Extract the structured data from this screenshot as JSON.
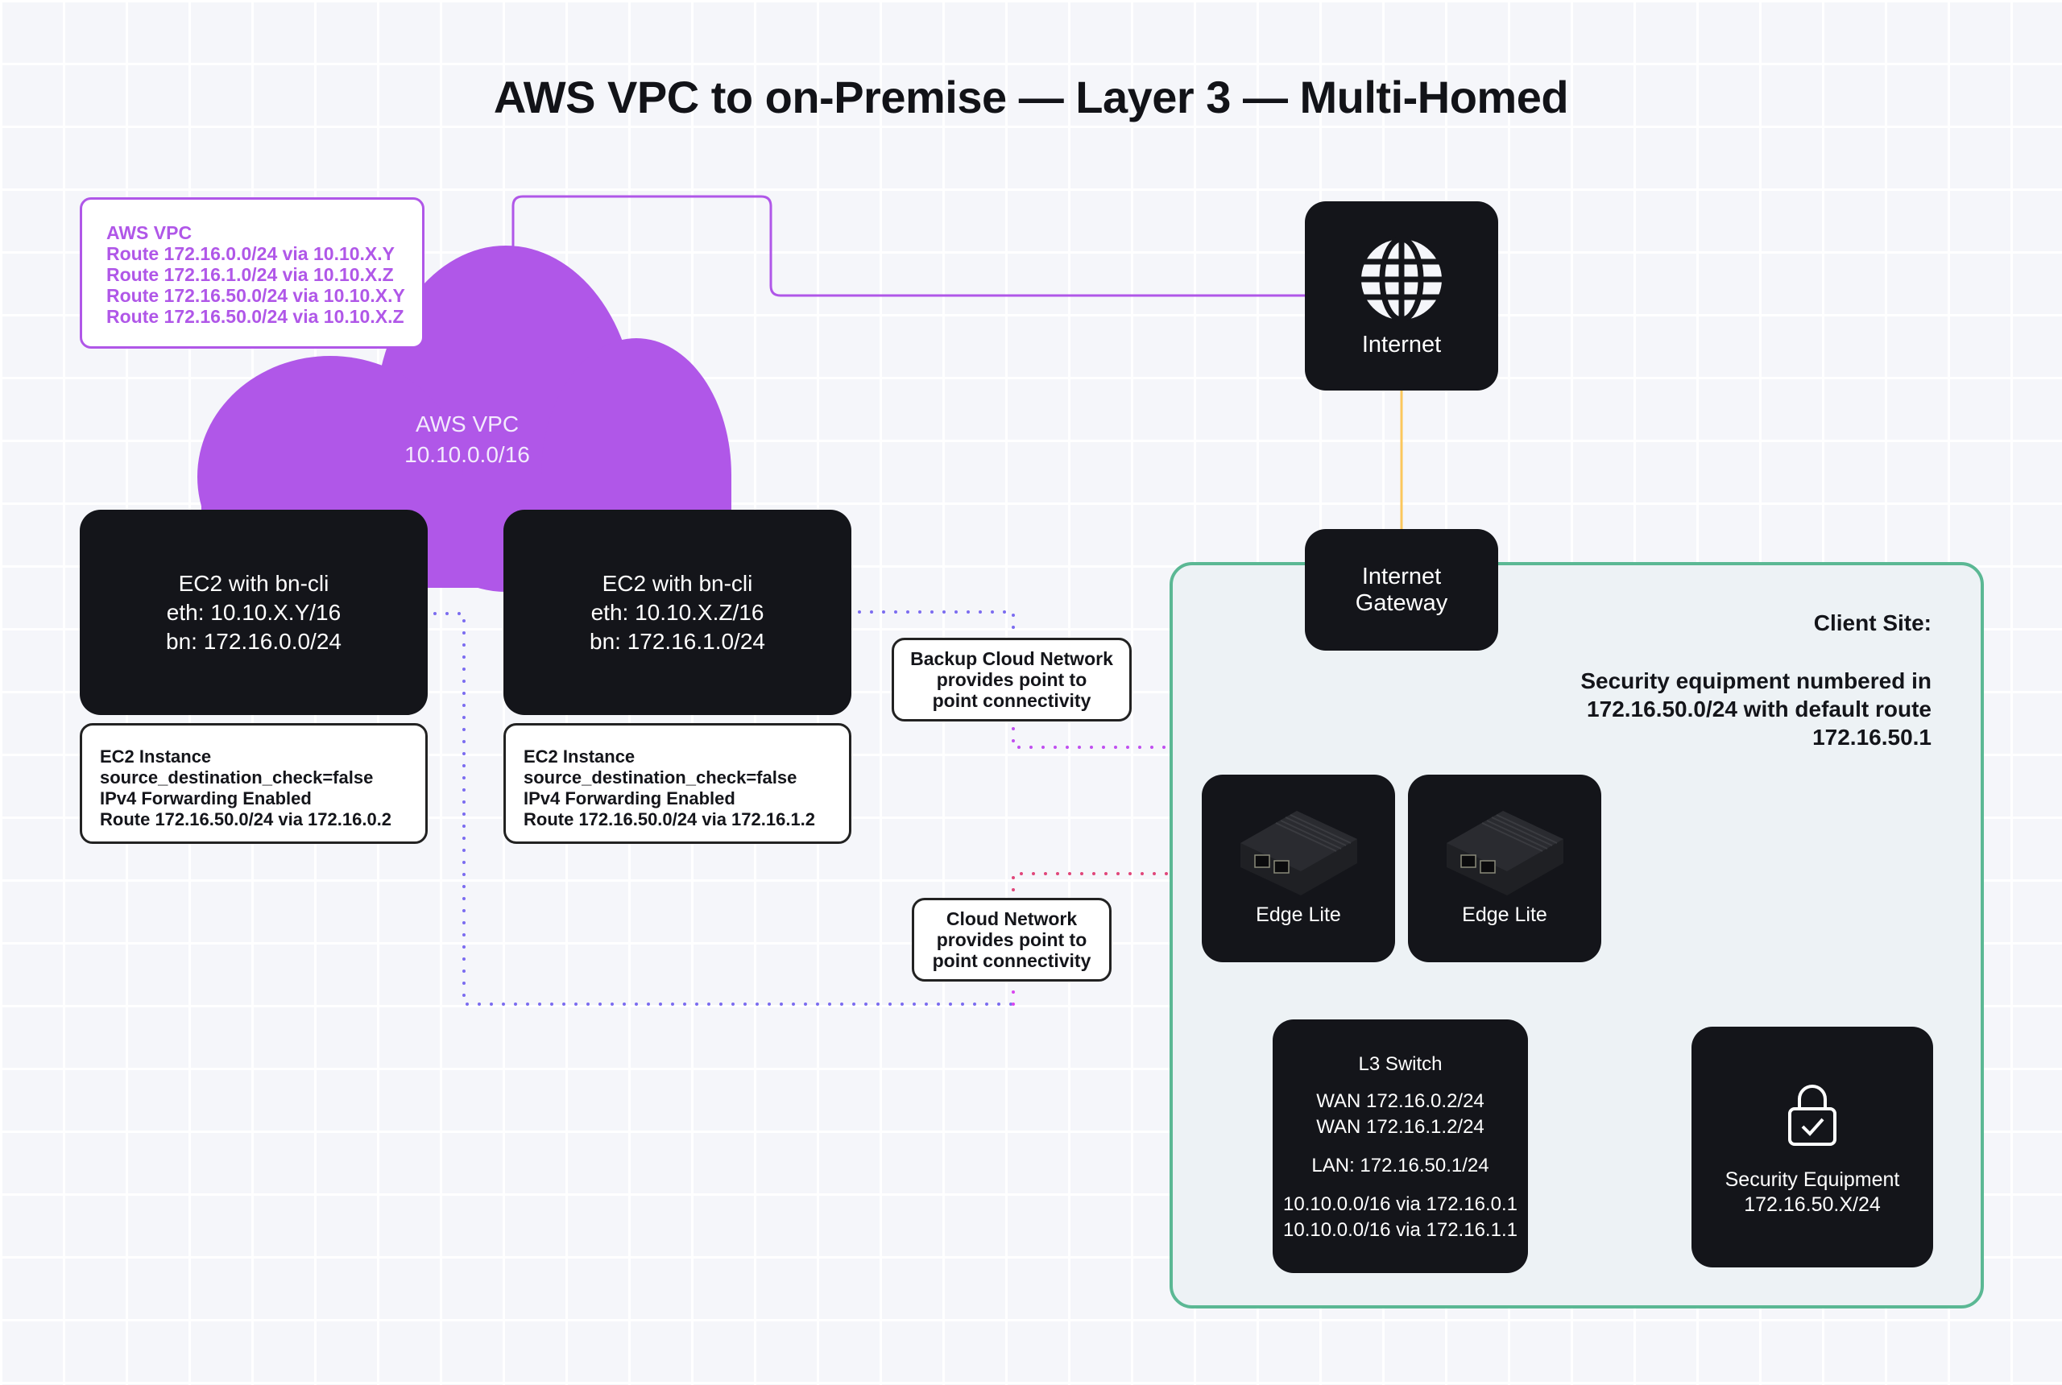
{
  "title": "AWS VPC to on-Premise — Layer 3 — Multi-Homed",
  "aws_route_box": {
    "lines": [
      "AWS VPC",
      "Route 172.16.0.0/24 via 10.10.X.Y",
      "Route 172.16.1.0/24 via 10.10.X.Z",
      "Route 172.16.50.0/24 via 10.10.X.Y",
      "Route 172.16.50.0/24 via 10.10.X.Z"
    ]
  },
  "cloud": {
    "name": "AWS VPC",
    "cidr": "10.10.0.0/16"
  },
  "ec2_nodes": [
    {
      "title": "EC2 with bn-cli",
      "eth": "eth: 10.10.X.Y/16",
      "bn": "bn: 172.16.0.0/24",
      "info": [
        "EC2 Instance",
        "source_destination_check=false",
        "IPv4 Forwarding Enabled",
        "Route 172.16.50.0/24 via 172.16.0.2"
      ]
    },
    {
      "title": "EC2 with bn-cli",
      "eth": "eth: 10.10.X.Z/16",
      "bn": "bn: 172.16.1.0/24",
      "info": [
        "EC2 Instance",
        "source_destination_check=false",
        "IPv4 Forwarding Enabled",
        "Route 172.16.50.0/24 via 172.16.1.2"
      ]
    }
  ],
  "internet": {
    "label": "Internet",
    "icon": "globe-icon"
  },
  "internet_gateway": {
    "lines": [
      "Internet",
      "Gateway"
    ]
  },
  "callouts": {
    "backup": [
      "Backup Cloud Network",
      "provides point to",
      "point connectivity"
    ],
    "primary": [
      "Cloud Network",
      "provides point to",
      "point connectivity"
    ]
  },
  "client_site": {
    "heading": "Client Site:",
    "description": [
      "Security equipment numbered in",
      "172.16.50.0/24 with default route",
      "172.16.50.1"
    ]
  },
  "edge_devices": [
    {
      "label": "Edge Lite"
    },
    {
      "label": "Edge Lite"
    }
  ],
  "l3_switch": {
    "title": "L3 Switch",
    "wan": [
      "WAN 172.16.0.2/24",
      "WAN 172.16.1.2/24"
    ],
    "lan": "LAN: 172.16.50.1/24",
    "routes": [
      "10.10.0.0/16 via 172.16.0.1",
      "10.10.0.0/16 via 172.16.1.1"
    ]
  },
  "security_equipment": {
    "label": "Security Equipment",
    "subnet": "172.16.50.X/24",
    "icon": "lock-check-icon"
  },
  "colors": {
    "aws_purple": "#b057e8",
    "internet_link": "#fbc75c",
    "tunnel_primary": "#7b6cf0",
    "tunnel_backup": "#d946ef",
    "endpoint_red": "#f2485c",
    "site_border": "#5bb894",
    "node_dark": "#14151a"
  }
}
